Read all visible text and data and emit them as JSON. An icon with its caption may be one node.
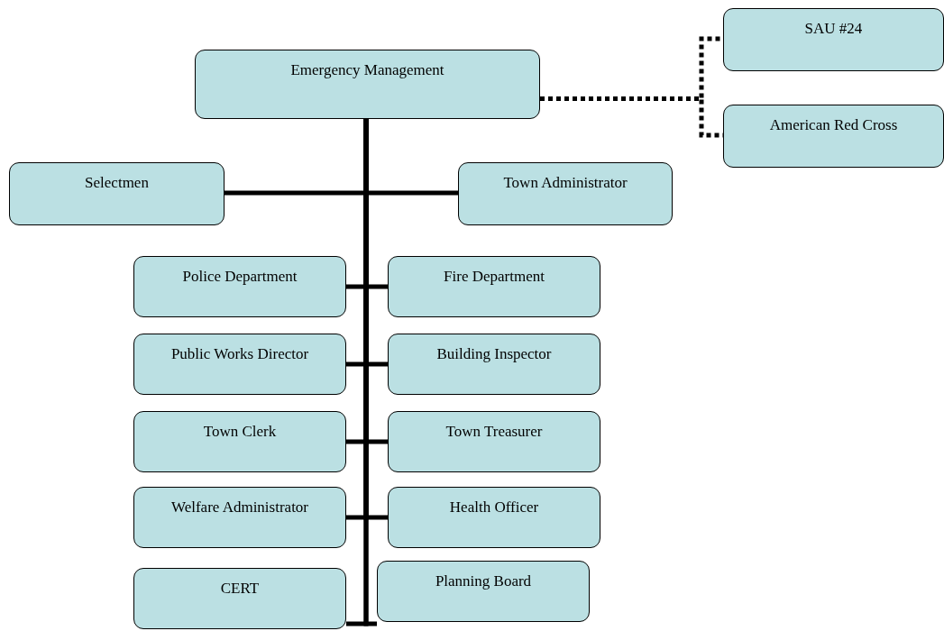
{
  "diagram": {
    "nodes": [
      {
        "text": [
          "Emergency Management"
        ]
      },
      {
        "text": [
          "SAU #24"
        ]
      },
      {
        "text": [
          "American Red Cross"
        ]
      },
      {
        "text": [
          "Selectmen"
        ]
      },
      {
        "text": [
          "Town Administrator"
        ]
      },
      {
        "text": [
          "Police Department"
        ]
      },
      {
        "text": [
          "Fire Department"
        ]
      },
      {
        "text": [
          "Public Works Director"
        ]
      },
      {
        "text": [
          "Building Inspector"
        ]
      },
      {
        "text": [
          "Town Clerk"
        ]
      },
      {
        "text": [
          "Town Treasurer"
        ]
      },
      {
        "text": [
          "Welfare Administrator"
        ]
      },
      {
        "text": [
          "Health Officer"
        ]
      },
      {
        "text": [
          "CERT"
        ]
      },
      {
        "text": [
          "Planning Board"
        ]
      }
    ],
    "edges": [
      {
        "from": 0,
        "to": 1,
        "arrow": "none",
        "style": "dashed"
      },
      {
        "from": 0,
        "to": 2,
        "arrow": "none",
        "style": "dashed"
      },
      {
        "from": 0,
        "to": 3,
        "arrow": "none"
      },
      {
        "from": 0,
        "to": 4,
        "arrow": "none"
      },
      {
        "from": 0,
        "to": 5,
        "arrow": "none"
      },
      {
        "from": 0,
        "to": 6,
        "arrow": "none"
      },
      {
        "from": 0,
        "to": 7,
        "arrow": "none"
      },
      {
        "from": 0,
        "to": 8,
        "arrow": "none"
      },
      {
        "from": 0,
        "to": 9,
        "arrow": "none"
      },
      {
        "from": 0,
        "to": 10,
        "arrow": "none"
      },
      {
        "from": 0,
        "to": 11,
        "arrow": "none"
      },
      {
        "from": 0,
        "to": 12,
        "arrow": "none"
      },
      {
        "from": 0,
        "to": 13,
        "arrow": "none"
      },
      {
        "from": 0,
        "to": 14,
        "arrow": "none"
      }
    ]
  }
}
